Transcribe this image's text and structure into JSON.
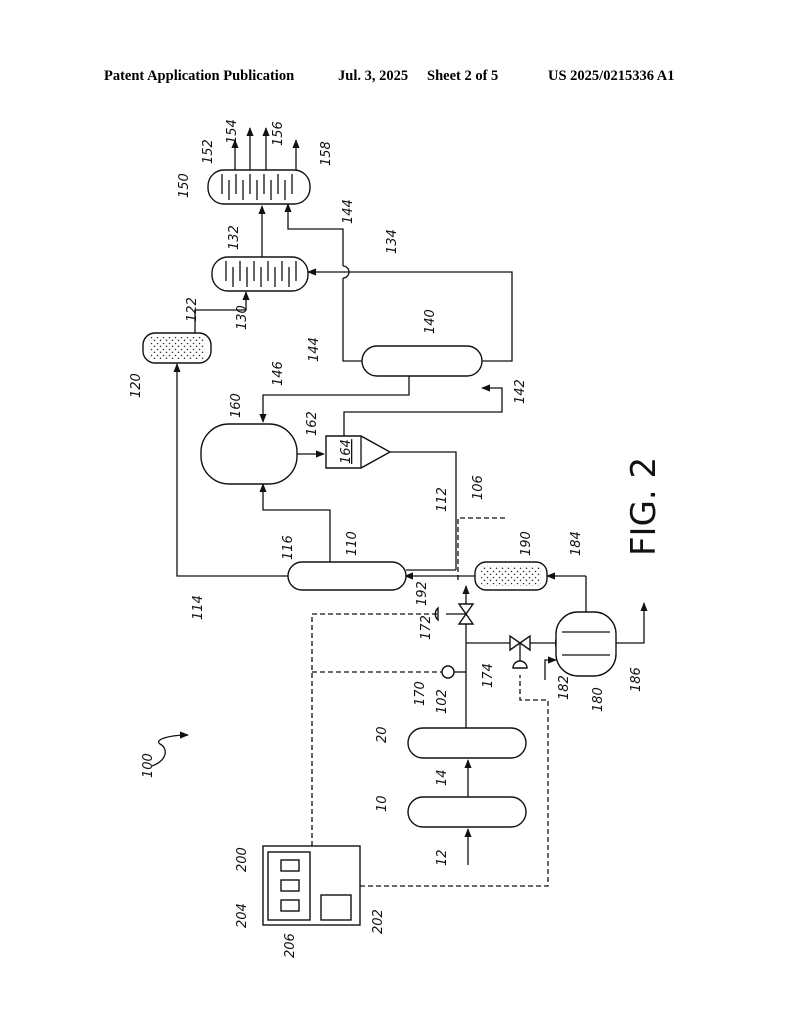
{
  "header": {
    "publication_type": "Patent Application Publication",
    "date": "Jul. 3, 2025",
    "sheet": "Sheet 2 of 5",
    "number": "US 2025/0215336 A1"
  },
  "figure": {
    "caption": "FIG. 2",
    "labels": {
      "system": "100",
      "l10": "10",
      "l12": "12",
      "l14": "14",
      "l20": "20",
      "l102": "102",
      "l106": "106",
      "l110": "110",
      "l112": "112",
      "l114": "114",
      "l116": "116",
      "l120": "120",
      "l122": "122",
      "l130": "130",
      "l132": "132",
      "l134": "134",
      "l140": "140",
      "l142": "142",
      "l144a": "144",
      "l144b": "144",
      "l146": "146",
      "l150": "150",
      "l152": "152",
      "l154": "154",
      "l156": "156",
      "l158": "158",
      "l160": "160",
      "l162": "162",
      "l164": "164",
      "l170": "170",
      "l172": "172",
      "l174": "174",
      "l180": "180",
      "l182": "182",
      "l184": "184",
      "l186": "186",
      "l190": "190",
      "l192": "192",
      "l200": "200",
      "l202": "202",
      "l204": "204",
      "l206": "206"
    }
  }
}
